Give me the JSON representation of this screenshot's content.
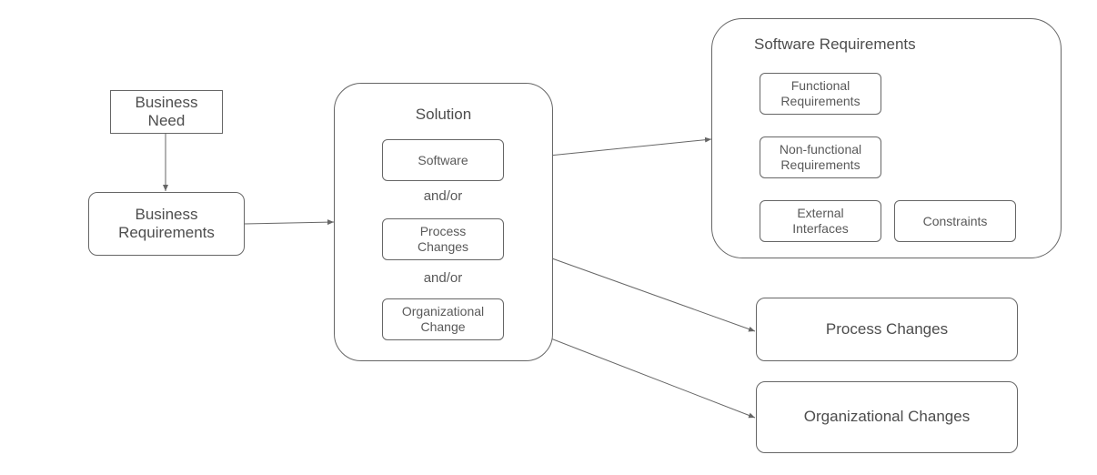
{
  "nodes": {
    "business_need": "Business Need",
    "business_requirements": "Business Requirements",
    "solution": {
      "title": "Solution",
      "software": "Software",
      "and_or_1": "and/or",
      "process_changes": "Process Changes",
      "and_or_2": "and/or",
      "organizational_change": "Organizational Change"
    },
    "software_requirements": {
      "title": "Software Requirements",
      "functional": "Functional Requirements",
      "non_functional": "Non-functional Requirements",
      "external_interfaces": "External Interfaces",
      "constraints": "Constraints"
    },
    "process_changes": "Process Changes",
    "organizational_changes": "Organizational Changes"
  },
  "colors": {
    "line": "#666666",
    "text": "#595959",
    "background": "#ffffff"
  }
}
